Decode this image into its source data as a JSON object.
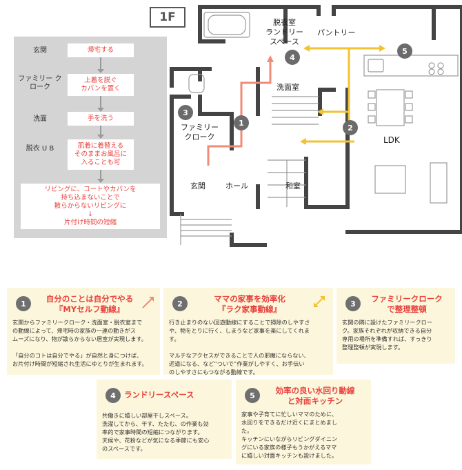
{
  "floor_label": "1F",
  "flow": {
    "steps": [
      {
        "label": "玄関",
        "action": "帰宅する"
      },
      {
        "label": "ファミリー\nクローク",
        "action": "上着を脱ぐ\nカバンを置く"
      },
      {
        "label": "洗面",
        "action": "手を洗う"
      },
      {
        "label": "脱衣\nU B",
        "action": "肌着に着替える\nそのままお風呂に\n入ることも可"
      }
    ],
    "result": "リビングに、コートやカバンを\n持ち込まないことで\n散らからないリビングに\n↓\n片付け時間の短縮"
  },
  "rooms": {
    "laundry": "脱衣室\nランドリー\nスペース",
    "pantry": "パントリー",
    "washroom": "洗面室",
    "family_cloak": "ファミリー\nクローク",
    "ldk": "LDK",
    "genkan": "玄関",
    "hall": "ホール",
    "washitsu": "和室"
  },
  "markers": [
    "1",
    "2",
    "3",
    "4",
    "5"
  ],
  "colors": {
    "red_flow": "#f08b78",
    "yellow_flow": "#f2c232",
    "card_bg": "#fcf7dc",
    "accent": "#e8413c"
  },
  "cards": [
    {
      "num": "1",
      "title": "自分のことは自分でやる\n『MYセルフ動線』",
      "body": "玄関からファミリークローク・洗面室・脱衣室まで\nの動線によって、帰宅時の家族の一連の動きがス\nムーズになり、物が散らからない居室が実現します。\n\n「自分のコトは自分でやる」が自然と身につけば、\nお片付け時間が短縮され生活にゆとりが生まれます。"
    },
    {
      "num": "2",
      "title": "ママの家事を効率化\n『ラク家事動線』",
      "body": "行き止まりのない回遊動線にすることで掃除のしやすさ\nや、物をとりに行く、しまうなど家事を楽にしてくれま\nす。\n\nマルチなアクセスができることで人の邪魔にならない、\n近道になる、など“ついで”作業がしやすく、お手伝い\nのしやすさにもつながる動線です。"
    },
    {
      "num": "3",
      "title": "ファミリークローク\nで整理整頓",
      "body": "玄関の隣に設けたファミリークロー\nク。家族それぞれが収納できる自分\n専用の場所を準備すれば、すっきり\n整理整頓が実現します。"
    },
    {
      "num": "4",
      "title": "ランドリースペース",
      "body": "共働きに嬉しい部屋干しスペース。\n洗濯してから、干す、たたむ、の作業も効\n率的で家事時間の短縮につながります。\n天候や、花粉などが気になる季節にも安心\nのスペースです。"
    },
    {
      "num": "5",
      "title": "効率の良い水回り動線\nと対面キッチン",
      "body": "家事や子育てに忙しいママのために、\n水回りをできるだけ近くにまとめまし\nた。\nキッチンにいながらリビングダイニン\nグにいる家族の様子もうかがえるママ\nに嬉しい対面キッチンも設けました。"
    }
  ]
}
